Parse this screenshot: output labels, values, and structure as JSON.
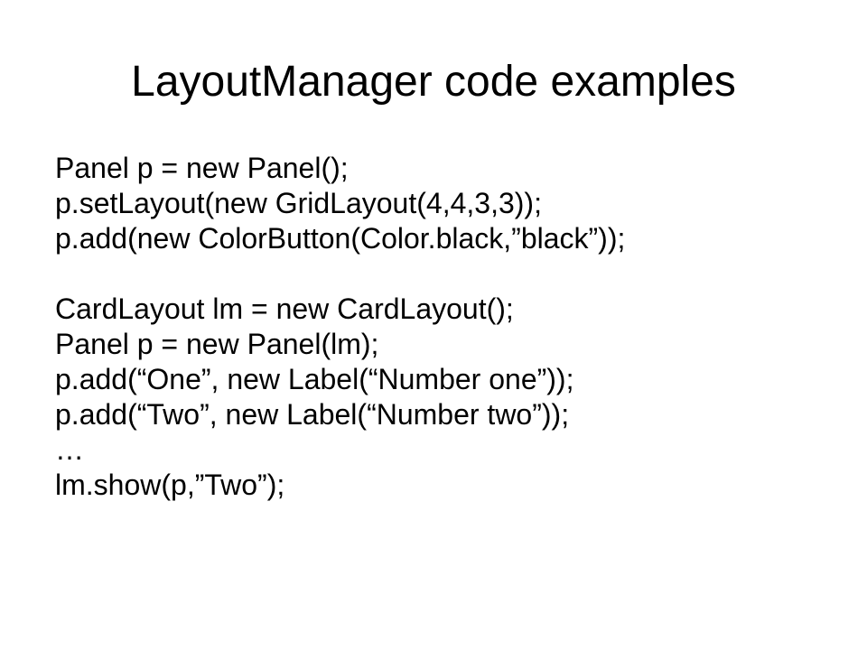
{
  "slide": {
    "title": "LayoutManager code examples",
    "lines": [
      "Panel p = new Panel();",
      "p.setLayout(new GridLayout(4,4,3,3));",
      "p.add(new ColorButton(Color.black,”black”));",
      "",
      "CardLayout lm = new CardLayout();",
      "Panel p = new Panel(lm);",
      "p.add(“One”, new Label(“Number one”));",
      "p.add(“Two”, new Label(“Number two”));",
      "…",
      "lm.show(p,”Two”);"
    ]
  }
}
